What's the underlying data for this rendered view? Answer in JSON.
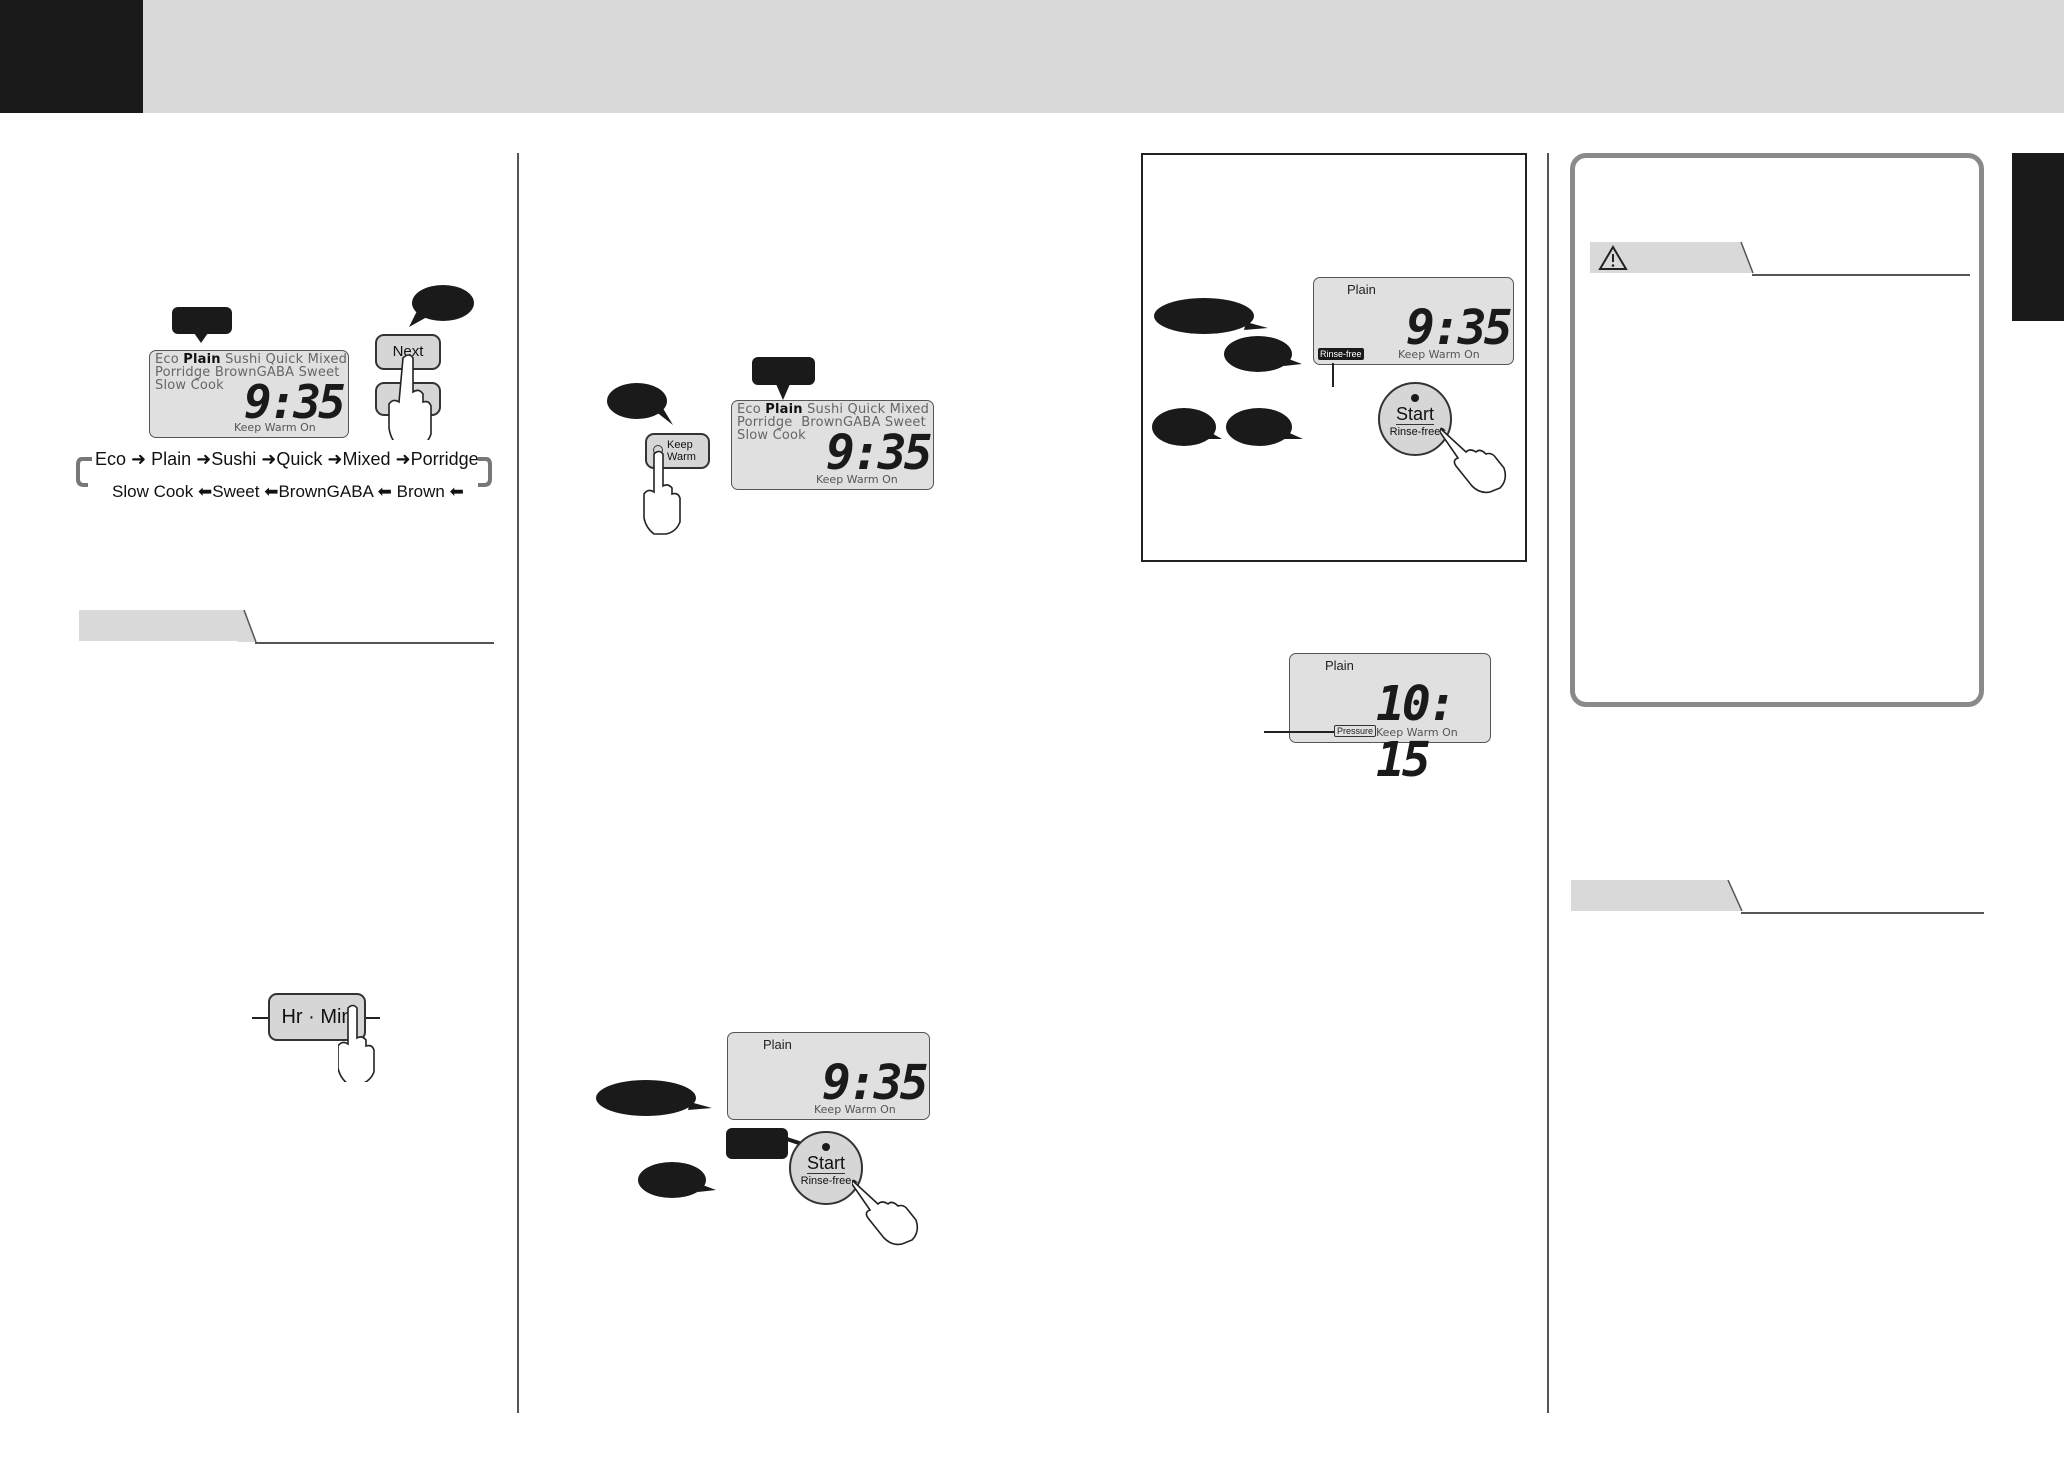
{
  "header": {
    "title": ""
  },
  "panel_mode": {
    "lcd": {
      "mode_row1": [
        "Eco",
        "Plain",
        "Sushi",
        "Quick",
        "Mixed"
      ],
      "mode_row2": [
        "Porridge",
        "BrownGABA",
        "Sweet"
      ],
      "mode_row3": "Slow Cook",
      "time": "9:35",
      "keep_warm": "Keep Warm On",
      "selected": "Plain"
    },
    "next_button": "Next",
    "flow_row1": [
      "Eco",
      "Plain",
      "Sushi",
      "Quick",
      "Mixed",
      "Porridge"
    ],
    "flow_row2": [
      "Slow Cook",
      "Sweet",
      "BrownGABA",
      "Brown"
    ]
  },
  "hr_min_button": "Hr · Min",
  "keep_warm_panel": {
    "button_label_line1": "Keep",
    "button_label_line2": "Warm",
    "lcd": {
      "mode_row1": [
        "Eco",
        "Plain",
        "Sushi",
        "Quick",
        "Mixed"
      ],
      "mode_row2": [
        "Porridge",
        "BrownGABA",
        "Sweet"
      ],
      "mode_row3": "Slow Cook",
      "time": "9:35",
      "keep_warm": "Keep Warm On"
    }
  },
  "start_panel": {
    "lcd": {
      "mode": "Plain",
      "time": "9:35",
      "keep_warm": "Keep Warm On"
    },
    "start_label": "Start",
    "sub_label": "Rinse-free"
  },
  "rinse_box": {
    "lcd": {
      "mode": "Plain",
      "time": "9:35",
      "keep_warm": "Keep Warm On",
      "badge": "Rinse-free"
    },
    "start_label": "Start",
    "sub_label": "Rinse-free"
  },
  "pressure_display": {
    "mode": "Plain",
    "time": "10: 15",
    "badge": "Pressure",
    "keep_warm": "Keep Warm On"
  },
  "warning_box": {
    "icon": "warning-triangle-icon"
  }
}
